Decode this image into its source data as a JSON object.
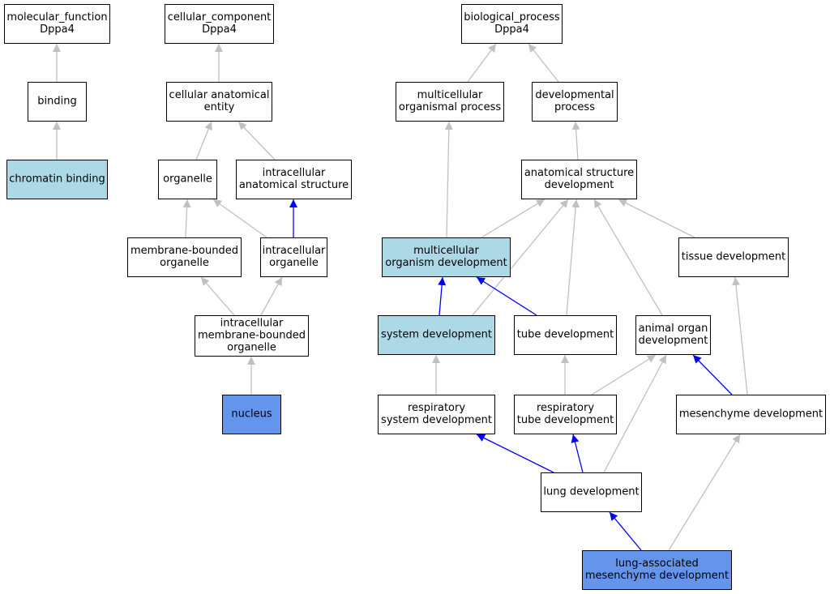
{
  "colors": {
    "default_fill": "#ffffff",
    "highlight_fill": "#add8e6",
    "query_fill": "#6495ed",
    "is_a_edge": "#c0c0c0",
    "part_of_edge": "#0000ff",
    "border": "#000000"
  },
  "nodes": [
    {
      "id": "mf_root",
      "lines": [
        "molecular_function",
        "Dppa4"
      ],
      "style": "default"
    },
    {
      "id": "binding",
      "lines": [
        "binding"
      ],
      "style": "default"
    },
    {
      "id": "chromatin_binding",
      "lines": [
        "chromatin binding"
      ],
      "style": "highlight"
    },
    {
      "id": "cc_root",
      "lines": [
        "cellular_component",
        "Dppa4"
      ],
      "style": "default"
    },
    {
      "id": "cell_anat_entity",
      "lines": [
        "cellular anatomical",
        "entity"
      ],
      "style": "default"
    },
    {
      "id": "organelle",
      "lines": [
        "organelle"
      ],
      "style": "default"
    },
    {
      "id": "intracell_anat_struct",
      "lines": [
        "intracellular",
        "anatomical structure"
      ],
      "style": "default"
    },
    {
      "id": "membrane_bounded_organelle",
      "lines": [
        "membrane-bounded",
        "organelle"
      ],
      "style": "default"
    },
    {
      "id": "intracell_organelle",
      "lines": [
        "intracellular",
        "organelle"
      ],
      "style": "default"
    },
    {
      "id": "intracell_mb_organelle",
      "lines": [
        "intracellular",
        "membrane-bounded",
        "organelle"
      ],
      "style": "default"
    },
    {
      "id": "nucleus",
      "lines": [
        "nucleus"
      ],
      "style": "query"
    },
    {
      "id": "bp_root",
      "lines": [
        "biological_process",
        "Dppa4"
      ],
      "style": "default"
    },
    {
      "id": "multicell_org_process",
      "lines": [
        "multicellular",
        "organismal process"
      ],
      "style": "default"
    },
    {
      "id": "developmental_process",
      "lines": [
        "developmental",
        "process"
      ],
      "style": "default"
    },
    {
      "id": "anat_struct_dev",
      "lines": [
        "anatomical structure",
        "development"
      ],
      "style": "default"
    },
    {
      "id": "multicell_org_dev",
      "lines": [
        "multicellular",
        "organism development"
      ],
      "style": "highlight"
    },
    {
      "id": "tissue_dev",
      "lines": [
        "tissue development"
      ],
      "style": "default"
    },
    {
      "id": "system_dev",
      "lines": [
        "system development"
      ],
      "style": "highlight"
    },
    {
      "id": "tube_dev",
      "lines": [
        "tube development"
      ],
      "style": "default"
    },
    {
      "id": "animal_organ_dev",
      "lines": [
        "animal organ",
        "development"
      ],
      "style": "default"
    },
    {
      "id": "resp_system_dev",
      "lines": [
        "respiratory",
        "system development"
      ],
      "style": "default"
    },
    {
      "id": "resp_tube_dev",
      "lines": [
        "respiratory",
        "tube development"
      ],
      "style": "default"
    },
    {
      "id": "mesenchyme_dev",
      "lines": [
        "mesenchyme development"
      ],
      "style": "default"
    },
    {
      "id": "lung_dev",
      "lines": [
        "lung development"
      ],
      "style": "default"
    },
    {
      "id": "lung_mesenchyme_dev",
      "lines": [
        "lung-associated",
        "mesenchyme development"
      ],
      "style": "query"
    }
  ],
  "edges": [
    {
      "from": "binding",
      "to": "mf_root",
      "type": "is_a"
    },
    {
      "from": "chromatin_binding",
      "to": "binding",
      "type": "is_a"
    },
    {
      "from": "cell_anat_entity",
      "to": "cc_root",
      "type": "is_a"
    },
    {
      "from": "organelle",
      "to": "cell_anat_entity",
      "type": "is_a"
    },
    {
      "from": "intracell_anat_struct",
      "to": "cell_anat_entity",
      "type": "is_a"
    },
    {
      "from": "membrane_bounded_organelle",
      "to": "organelle",
      "type": "is_a"
    },
    {
      "from": "intracell_organelle",
      "to": "organelle",
      "type": "is_a"
    },
    {
      "from": "intracell_organelle",
      "to": "intracell_anat_struct",
      "type": "part_of"
    },
    {
      "from": "intracell_mb_organelle",
      "to": "membrane_bounded_organelle",
      "type": "is_a"
    },
    {
      "from": "intracell_mb_organelle",
      "to": "intracell_organelle",
      "type": "is_a"
    },
    {
      "from": "nucleus",
      "to": "intracell_mb_organelle",
      "type": "is_a"
    },
    {
      "from": "multicell_org_process",
      "to": "bp_root",
      "type": "is_a"
    },
    {
      "from": "developmental_process",
      "to": "bp_root",
      "type": "is_a"
    },
    {
      "from": "anat_struct_dev",
      "to": "developmental_process",
      "type": "is_a"
    },
    {
      "from": "multicell_org_dev",
      "to": "multicell_org_process",
      "type": "is_a"
    },
    {
      "from": "multicell_org_dev",
      "to": "anat_struct_dev",
      "type": "is_a"
    },
    {
      "from": "tissue_dev",
      "to": "anat_struct_dev",
      "type": "is_a"
    },
    {
      "from": "system_dev",
      "to": "multicell_org_dev",
      "type": "part_of"
    },
    {
      "from": "system_dev",
      "to": "anat_struct_dev",
      "type": "is_a"
    },
    {
      "from": "tube_dev",
      "to": "multicell_org_dev",
      "type": "part_of"
    },
    {
      "from": "tube_dev",
      "to": "anat_struct_dev",
      "type": "is_a"
    },
    {
      "from": "animal_organ_dev",
      "to": "anat_struct_dev",
      "type": "is_a"
    },
    {
      "from": "resp_system_dev",
      "to": "system_dev",
      "type": "is_a"
    },
    {
      "from": "resp_tube_dev",
      "to": "tube_dev",
      "type": "is_a"
    },
    {
      "from": "resp_tube_dev",
      "to": "animal_organ_dev",
      "type": "is_a"
    },
    {
      "from": "mesenchyme_dev",
      "to": "tissue_dev",
      "type": "is_a"
    },
    {
      "from": "mesenchyme_dev",
      "to": "animal_organ_dev",
      "type": "part_of"
    },
    {
      "from": "lung_dev",
      "to": "resp_system_dev",
      "type": "part_of"
    },
    {
      "from": "lung_dev",
      "to": "resp_tube_dev",
      "type": "part_of"
    },
    {
      "from": "lung_dev",
      "to": "animal_organ_dev",
      "type": "is_a"
    },
    {
      "from": "lung_mesenchyme_dev",
      "to": "lung_dev",
      "type": "part_of"
    },
    {
      "from": "lung_mesenchyme_dev",
      "to": "mesenchyme_dev",
      "type": "is_a"
    }
  ]
}
